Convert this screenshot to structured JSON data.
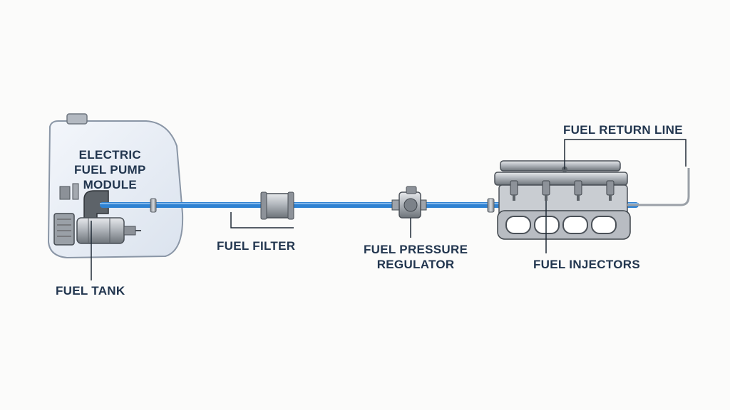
{
  "labels": {
    "pump_module": [
      "ELECTRIC",
      "FUEL PUMP",
      "MODULE"
    ],
    "fuel_tank": "FUEL TANK",
    "fuel_filter": "FUEL FILTER",
    "pressure_regulator": [
      "FUEL PRESSURE",
      "REGULATOR"
    ],
    "fuel_injectors": "FUEL INJECTORS",
    "return_line": "FUEL RETURN LINE"
  },
  "colors": {
    "fuel_line": "#2f82d2",
    "label_text": "#22364f",
    "tank_fill": "#e9eef6",
    "metal": "#9ea3aa",
    "background": "#fbfbfa"
  }
}
